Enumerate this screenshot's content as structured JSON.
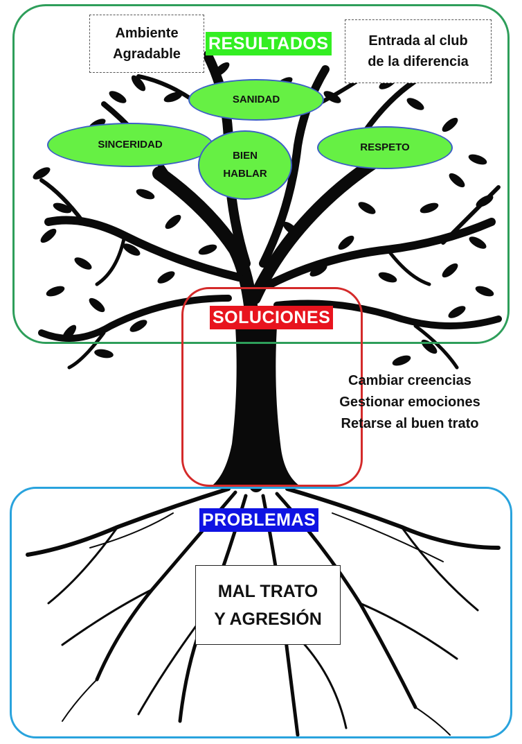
{
  "sections": {
    "results": {
      "label": "RESULTADOS",
      "color": "#33ee22",
      "border_color": "#2e9e5a"
    },
    "solutions": {
      "label": "SOLUCIONES",
      "color": "#e8141e",
      "border_color": "#d42a2a"
    },
    "problems": {
      "label": "PROBLEMAS",
      "color": "#0f13e3",
      "border_color": "#29a3dd"
    }
  },
  "notes": {
    "ambiente": {
      "line1": "Ambiente",
      "line2": "Agradable"
    },
    "club": {
      "line1": "Entrada al club",
      "line2": "de la diferencia"
    }
  },
  "values": {
    "sanidad": "SANIDAD",
    "sinceridad": "SINCERIDAD",
    "bien_hablar": {
      "line1": "BIEN",
      "line2": "HABLAR"
    },
    "respeto": "RESPETO",
    "oval_color": "#66f044",
    "oval_border": "#3d5fc6"
  },
  "solutions_list": [
    "Cambiar creencias",
    "Gestionar emociones",
    "Retarse al buen trato"
  ],
  "problem": {
    "line1": "MAL TRATO",
    "line2": "Y AGRESIÓN"
  },
  "illustration": {
    "icon": "tree-silhouette-icon",
    "color": "#0a0a0a"
  }
}
